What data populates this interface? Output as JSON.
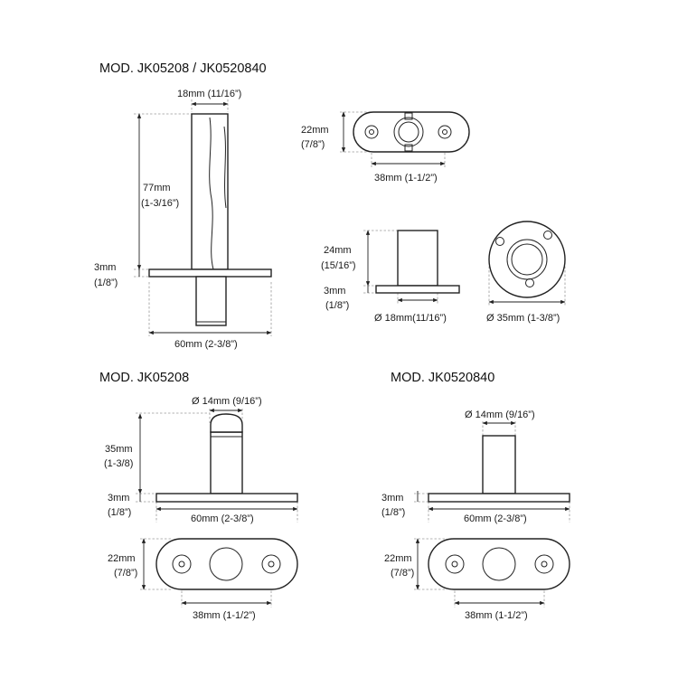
{
  "headings": {
    "main": "MOD. JK05208 / JK0520840",
    "left": "MOD. JK05208",
    "right": "MOD. JK0520840"
  },
  "top_drawing": {
    "shaft_width": "18mm (11/16”)",
    "shaft_height_mm": "77mm",
    "shaft_height_in": "(1-3/16”)",
    "plate_thickness_mm": "3mm",
    "plate_thickness_in": "(1/8”)",
    "plate_length": "60mm (2-3/8”)"
  },
  "top_plate_view": {
    "width_mm": "22mm",
    "width_in": "(7/8”)",
    "hole_spacing": "38mm (1-1/2”)"
  },
  "socket_side": {
    "height_mm": "24mm",
    "height_in": "(15/16”)",
    "plate_mm": "3mm",
    "plate_in": "(1/8”)",
    "diameter": "Ø 18mm(11/16”)"
  },
  "socket_top": {
    "diameter": "Ø 35mm (1-3/8”)"
  },
  "jk05208": {
    "pin_diameter": "Ø 14mm (9/16”)",
    "height_mm": "35mm",
    "height_in": "(1-3/8)",
    "plate_mm": "3mm",
    "plate_in": "(1/8”)",
    "plate_length": "60mm (2-3/8”)",
    "width_mm": "22mm",
    "width_in": "(7/8”)",
    "hole_spacing": "38mm (1-1/2”)"
  },
  "jk0520840": {
    "pin_diameter": "Ø 14mm (9/16”)",
    "plate_mm": "3mm",
    "plate_in": "(1/8”)",
    "plate_length": "60mm (2-3/8”)",
    "width_mm": "22mm",
    "width_in": "(7/8”)",
    "hole_spacing": "38mm (1-1/2”)"
  }
}
